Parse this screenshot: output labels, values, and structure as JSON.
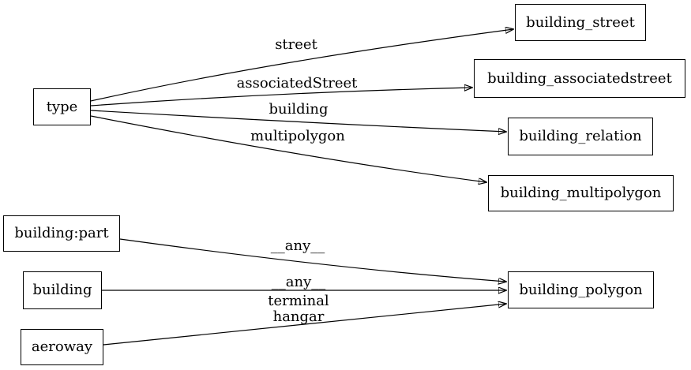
{
  "diagram": {
    "background_color": "#ffffff",
    "stroke_color": "#000000",
    "nodes": {
      "type": {
        "label": "type"
      },
      "building_part": {
        "label": "building:part"
      },
      "building": {
        "label": "building"
      },
      "aeroway": {
        "label": "aeroway"
      },
      "building_street": {
        "label": "building_street"
      },
      "building_associatedstreet": {
        "label": "building_associatedstreet"
      },
      "building_relation": {
        "label": "building_relation"
      },
      "building_multipolygon": {
        "label": "building_multipolygon"
      },
      "building_polygon": {
        "label": "building_polygon"
      }
    },
    "edges": [
      {
        "from": "type",
        "to": "building_street",
        "label": "street"
      },
      {
        "from": "type",
        "to": "building_associatedstreet",
        "label": "associatedStreet"
      },
      {
        "from": "type",
        "to": "building_relation",
        "label": "building"
      },
      {
        "from": "type",
        "to": "building_multipolygon",
        "label": "multipolygon"
      },
      {
        "from": "building_part",
        "to": "building_polygon",
        "label": "__any__"
      },
      {
        "from": "building",
        "to": "building_polygon",
        "label": "__any__"
      },
      {
        "from": "aeroway",
        "to": "building_polygon",
        "label_lines": [
          "terminal",
          "hangar"
        ]
      }
    ]
  }
}
